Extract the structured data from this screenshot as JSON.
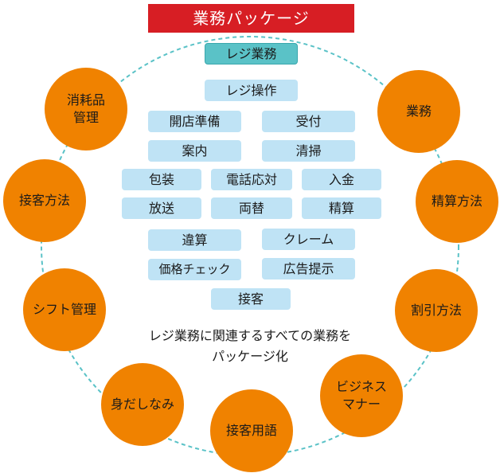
{
  "title": "業務パッケージ",
  "center": {
    "main_label": "レジ業務",
    "description_line1": "レジ業務に関連するすべての業務を",
    "description_line2": "パッケージ化"
  },
  "tasks": [
    "レジ操作",
    "開店準備",
    "受付",
    "案内",
    "清掃",
    "包装",
    "電話応対",
    "入金",
    "放送",
    "両替",
    "精算",
    "違算",
    "クレーム",
    "価格チェック",
    "広告提示",
    "接客"
  ],
  "ring_items": [
    "業務",
    "精算方法",
    "割引方法",
    "ビジネス\nマナー",
    "接客用語",
    "身だしなみ",
    "シフト管理",
    "接客方法",
    "消耗品\n管理"
  ],
  "colors": {
    "banner": "#d71e24",
    "circle": "#f08200",
    "pill": "#bfe3f5",
    "main_pill": "#5ac2c7",
    "ring_line": "#5ac2c7"
  }
}
